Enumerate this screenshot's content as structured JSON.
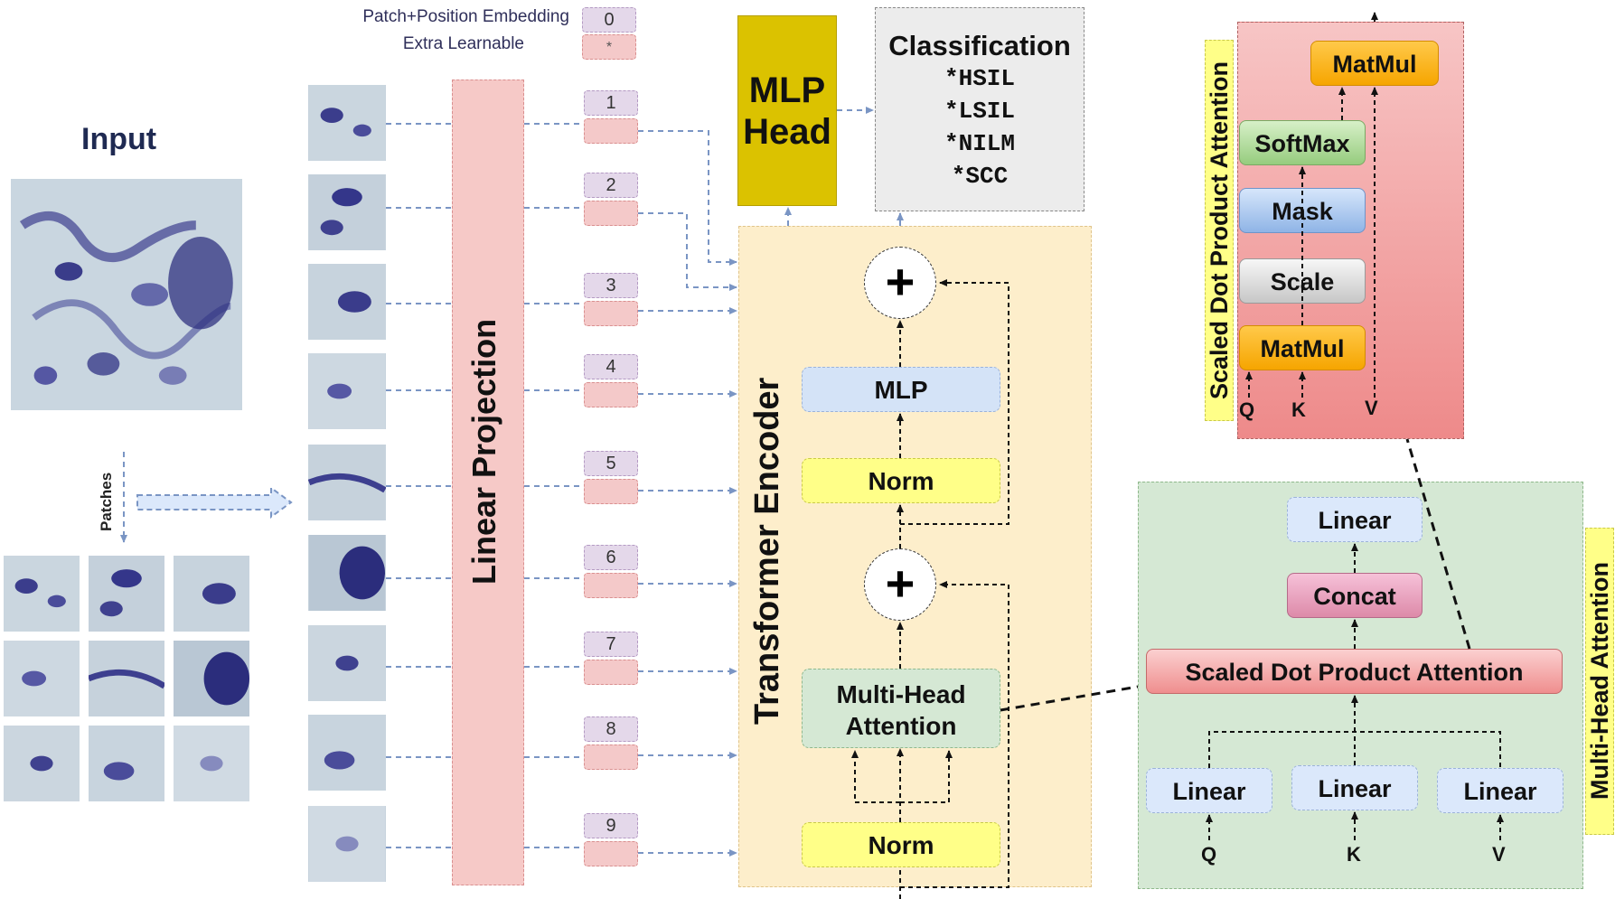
{
  "legend": {
    "patch_position_embedding": "Patch+Position Embedding",
    "extra_learnable": "Extra Learnable",
    "embed_token": "0",
    "learnable_token": "*"
  },
  "input": {
    "title": "Input",
    "patches_label": "Patches"
  },
  "linear_projection": "Linear Projection",
  "tokens": [
    "1",
    "2",
    "3",
    "4",
    "5",
    "6",
    "7",
    "8",
    "9"
  ],
  "mlp_head": {
    "line1": "MLP",
    "line2": "Head"
  },
  "classification": {
    "title": "Classification",
    "classes": [
      "*HSIL",
      "*LSIL",
      "*NILM",
      "*SCC"
    ]
  },
  "transformer_encoder": {
    "title": "Transformer Encoder",
    "plus": "+",
    "mlp": "MLP",
    "norm_top": "Norm",
    "mha_line1": "Multi-Head",
    "mha_line2": "Attention",
    "norm_bottom": "Norm"
  },
  "scaled_dot_product": {
    "title": "Scaled Dot Product Attention",
    "matmul_top": "MatMul",
    "softmax": "SoftMax",
    "mask": "Mask",
    "scale": "Scale",
    "matmul_bottom": "MatMul",
    "q": "Q",
    "k": "K",
    "v": "V"
  },
  "multi_head_attention": {
    "title": "Multi-Head Attention",
    "linear_top": "Linear",
    "concat": "Concat",
    "sdpa": "Scaled Dot Product Attention",
    "linear_q": "Linear",
    "linear_k": "Linear",
    "linear_v": "Linear",
    "q": "Q",
    "k": "K",
    "v": "V"
  },
  "colors": {
    "arrow": "#7a95c4",
    "encoder_bg": "#fdeecb",
    "mlp_head": "#dbc200",
    "sdpa_panel": "#f09a9a",
    "mha_panel": "#d5e8d4",
    "title_tag": "#ffff88"
  }
}
